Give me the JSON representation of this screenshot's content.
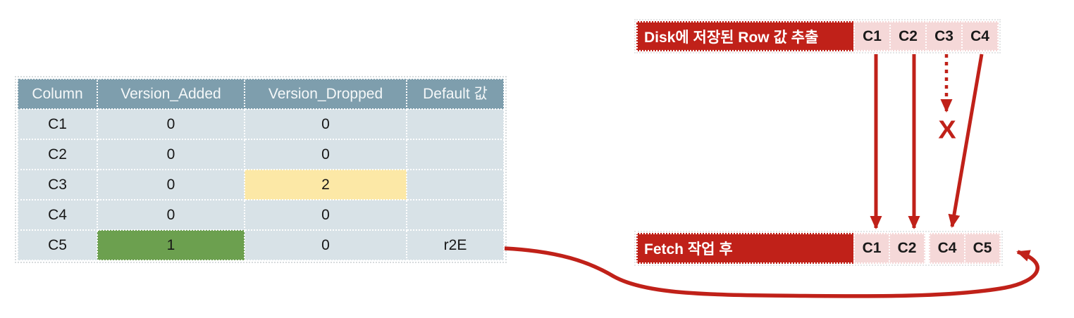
{
  "colors": {
    "accent_red": "#c02119",
    "pink_cell": "#f5d8d8",
    "header_blue": "#7e9ead",
    "body_cell_blue": "#d8e2e7",
    "highlight_yellow": "#fce8a6",
    "highlight_green": "#6ca04f"
  },
  "table": {
    "headers": [
      "Column",
      "Version_Added",
      "Version_Dropped",
      "Default 값"
    ],
    "rows": [
      [
        "C1",
        "0",
        "0",
        ""
      ],
      [
        "C2",
        "0",
        "0",
        ""
      ],
      [
        "C3",
        "0",
        "2",
        ""
      ],
      [
        "C4",
        "0",
        "0",
        ""
      ],
      [
        "C5",
        "1",
        "0",
        "r2E"
      ]
    ]
  },
  "disk_row": {
    "label": "Disk에 저장된 Row 값 추출",
    "cells": [
      "C1",
      "C2",
      "C3",
      "C4"
    ]
  },
  "fetch_row": {
    "label": "Fetch 작업 후",
    "cells": [
      "C1",
      "C2",
      "C4",
      "C5"
    ]
  },
  "annotations": {
    "dropped_mark": "X"
  }
}
